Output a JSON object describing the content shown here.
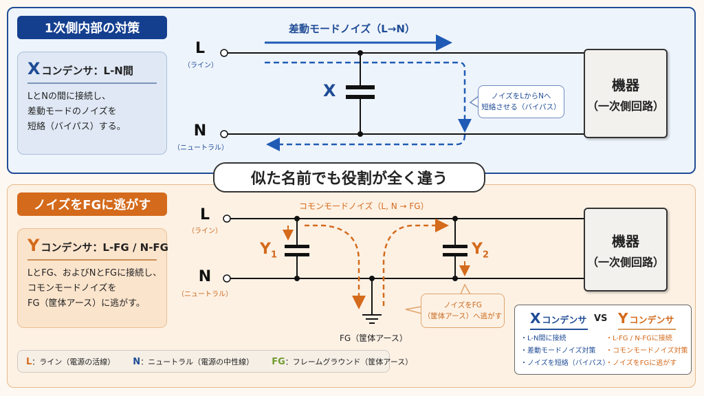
{
  "top_section": {
    "title": "1次側内部の対策",
    "card": {
      "letter": "X",
      "heading": "コンデンサ：L-N間",
      "lines": [
        "LとNの間に接続し、",
        "差動モードのノイズを",
        "短絡（バイパス）する。"
      ]
    },
    "noise_label": "差動モードノイズ（L→N）",
    "capacitor_label": "X",
    "terminal_L": {
      "label": "L",
      "sub": "（ライン）"
    },
    "terminal_N": {
      "label": "N",
      "sub": "（ニュートラル）"
    },
    "callout": [
      "ノイズをLからNへ",
      "短絡させる（バイパス）"
    ],
    "device": {
      "name": "機器",
      "sub": "（一次側回路）"
    }
  },
  "banner": "似た名前でも役割が全く違う",
  "bottom_section": {
    "title": "ノイズをFGに逃がす",
    "card": {
      "letter": "Y",
      "heading": "コンデンサ：L-FG / N-FG",
      "lines": [
        "LとFG、およびNとFGに接続し、",
        "コモンモードノイズを",
        "FG（筐体アース）に逃がす。"
      ]
    },
    "noise_label": "コモンモードノイズ（L, N → FG）",
    "capacitor_labels": {
      "y1": "Y",
      "y1_sub": "1",
      "y2": "Y",
      "y2_sub": "2"
    },
    "terminal_L": {
      "label": "L",
      "sub": "（ライン）"
    },
    "terminal_N": {
      "label": "N",
      "sub": "（ニュートラル）"
    },
    "ground_label": "FG（筐体アース）",
    "callout": [
      "ノイズをFG",
      "（筐体アース）へ逃がす"
    ],
    "device": {
      "name": "機器",
      "sub": "（一次側回路）"
    }
  },
  "comparison": {
    "x_letter": "X",
    "x_heading": "コンデンサ",
    "vs": "VS",
    "y_letter": "Y",
    "y_heading": "コンデンサ",
    "x_items": [
      "・L-N間に接続",
      "・差動モードノイズ対策",
      "・ノイズを短絡（バイパス）"
    ],
    "y_items": [
      "・L-FG / N-FGに接続",
      "・コモンモードノイズ対策",
      "・ノイズをFGに逃がす"
    ]
  },
  "legend": [
    {
      "key": "L",
      "text": "：ライン（電源の活線）",
      "color": "#d46a1b"
    },
    {
      "key": "N",
      "text": "：ニュートラル（電源の中性線）",
      "color": "#1f4c96"
    },
    {
      "key": "FG",
      "text": "：フレームグラウンド（筐体アース）",
      "color": "#6f9a2e"
    }
  ],
  "colors": {
    "blue": "#1f4c96",
    "orange": "#d46a1b",
    "green": "#6f9a2e"
  }
}
